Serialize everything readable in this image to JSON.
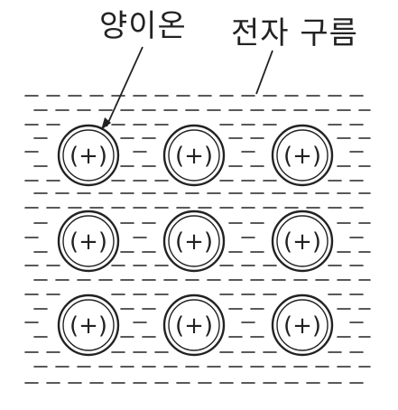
{
  "labels": {
    "cation": "양이온",
    "electron_cloud": "전자 구름"
  },
  "ion_symbol": "(+)",
  "grid": {
    "rows": 3,
    "cols": 3
  },
  "colors": {
    "ink": "#222222",
    "background": "#ffffff"
  }
}
